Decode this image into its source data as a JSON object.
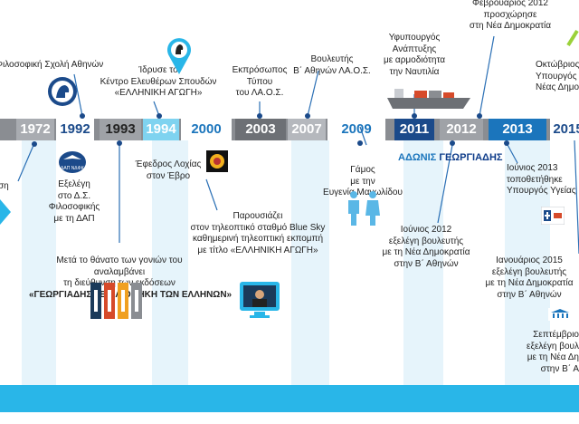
{
  "timeline": {
    "years": [
      {
        "label": "1972",
        "color": "#a9acb1"
      },
      {
        "label": "1992",
        "color": "#ffffff",
        "text_color": "#1b4a8a"
      },
      {
        "label": "1993",
        "color": "#9fa2a7",
        "text_color": "#222222"
      },
      {
        "label": "1994",
        "color": "#7fd3f0"
      },
      {
        "label": "2000",
        "color": "#ffffff",
        "text_color": "#1b75bc"
      },
      {
        "label": "2003",
        "color": "#6d7075"
      },
      {
        "label": "2007",
        "color": "#b5b8bd"
      },
      {
        "label": "2009",
        "color": "#ffffff",
        "text_color": "#1b75bc"
      },
      {
        "label": "2011",
        "color": "#1b4a8a"
      },
      {
        "label": "2012",
        "color": "#9fa2a7"
      },
      {
        "label": "2013",
        "color": "#1b75bc"
      },
      {
        "label": "2015",
        "color": "#ffffff",
        "text_color": "#1b4a8a"
      }
    ]
  },
  "brand": {
    "first": "ΑΔΩΝΙΣ",
    "last": "ΓΕΩΡΓΙΑΔΗΣ"
  },
  "events": {
    "e_left": "ση",
    "e_philosophy": "Φιλοσοφική Σχολή Αθηνών",
    "e_1972_line1": "Εξελέγη",
    "e_1972_line2": "στο Δ.Σ.",
    "e_1972_line3": "Φιλοσοφικής",
    "e_1972_line4": "με τη ΔΑΠ",
    "e_1993_line1": "Μετά το θάνατο των γονιών του",
    "e_1993_line2": "αναλαμβάνει",
    "e_1993_line3": "τη διεύθυνση των εκδόσεων",
    "e_1993_line4": "«ΓΕΩΡΓΙΑΔΗΣ - ΒΙΒΛΙΟΘΗΚΗ ΤΩΝ ΕΛΛΗΝΩΝ»",
    "e_1994_line1": "Ίδρυσε το",
    "e_1994_line2": "Κέντρο Ελευθέρων Σπουδών",
    "e_1994_line3": "«ΕΛΛΗΝΙΚΗ ΑΓΩΓΗ»",
    "e_evros_line1": "Έφεδρος Λοχίας",
    "e_evros_line2": "στον Έβρο",
    "e_bluesky_line1": "Παρουσιάζει",
    "e_bluesky_line2": "στον τηλεοπτικό σταθμό Blue Sky",
    "e_bluesky_line3": "καθημερινή τηλεοπτική εκπομπή",
    "e_bluesky_line4": "με τίτλο «ΕΛΛΗΝΙΚΗ ΑΓΩΓΗ»",
    "e_2003_line1": "Εκπρόσωπος",
    "e_2003_line2": "Τύπου",
    "e_2003_line3": "του ΛΑ.Ο.Σ.",
    "e_2007_line1": "Βουλευτής",
    "e_2007_line2": "Β΄ Αθηνών ΛΑ.Ο.Σ.",
    "e_2009_line1": "Γάμος",
    "e_2009_line2": "με την",
    "e_2009_line3": "Ευγενία Μανωλίδου",
    "e_2011_line1": "Υφυπουργός",
    "e_2011_line2": "Ανάπτυξης",
    "e_2011_line3": "με αρμοδιότητα",
    "e_2011_line4": "την Ναυτιλία",
    "e_feb2012_line1": "Φεβρουάριος 2012",
    "e_feb2012_line2": "προσχώρησε",
    "e_feb2012_line3": "στη Νέα Δημοκρατία",
    "e_jun2012_line1": "Ιούνιος 2012",
    "e_jun2012_line2": "εξελέγη βουλευτής",
    "e_jun2012_line3": "με τη Νέα Δημοκρατία",
    "e_jun2012_line4": "στην Β΄ Αθηνών",
    "e_jun2013_line1": "Ιούνιος 2013",
    "e_jun2013_line2": "τοποθετήθηκε",
    "e_jun2013_line3": "Υπουργός Υγείας",
    "e_oct_line1": "Οκτώβριος",
    "e_oct_line2": "Υπουργός Πρό",
    "e_oct_line3": "Νέας Δημοκρ",
    "e_jan2015_line1": "Ιανουάριος 2015",
    "e_jan2015_line2": "εξελέγη βουλευτής",
    "e_jan2015_line3": "με τη Νέα Δημοκρατία",
    "e_jan2015_line4": "στην Β΄ Αθηνών",
    "e_sep_line1": "Σεπτέμβριο",
    "e_sep_line2": "εξελέγη βουλ",
    "e_sep_line3": "με τη Νέα Δη",
    "e_sep_line4": "στην Β΄ Α"
  },
  "logos": {
    "dap_text": "ΔΑΠ ΝΔΦΚ"
  },
  "colors": {
    "accent": "#1b75bc",
    "band": "#29b6e8",
    "line": "#2a6fb5"
  }
}
